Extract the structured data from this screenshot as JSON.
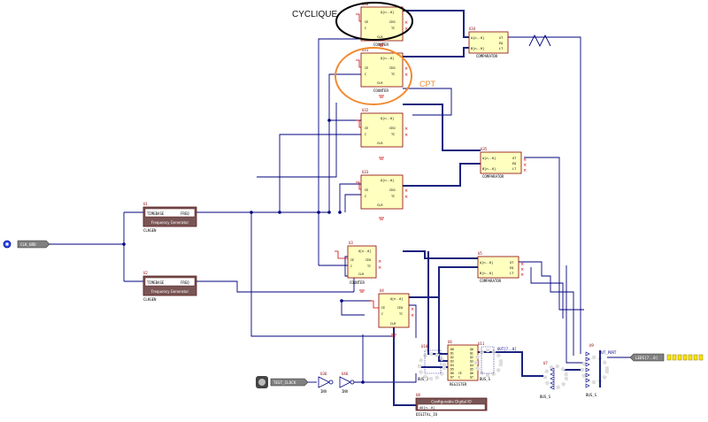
{
  "annotations": {
    "cyclique": "CYCLIQUE",
    "cpt": "CPT"
  },
  "colors": {
    "wire": "#00007f",
    "bus": "#1a237e",
    "component_fill": "#ffffc0",
    "component_border": "#8b0000",
    "generator_fill": "#7a5555",
    "cyclique_ellipse": "#000000",
    "cpt_ellipse": "#f28a30",
    "cpt_text": "#f28a30",
    "power": "#d00000"
  },
  "counters": [
    {
      "ref": "U30",
      "name": "COUNTER",
      "pins": [
        "Q[n..0]",
        "CE",
        "C",
        "CEO",
        "TC",
        "CLR"
      ]
    },
    {
      "ref": "U31",
      "name": "COUNTER",
      "pins": [
        "Q[n..0]",
        "CE",
        "C",
        "CEO",
        "TC",
        "CLR"
      ]
    },
    {
      "ref": "U32",
      "name": "COUNTER",
      "pins": [
        "Q[n..0]",
        "CE",
        "C",
        "CEO",
        "TC",
        "CLR"
      ]
    },
    {
      "ref": "U33",
      "name": "COUNTER",
      "pins": [
        "Q[n..0]",
        "CE",
        "C",
        "CEO",
        "TC",
        "CLR"
      ]
    },
    {
      "ref": "U3",
      "name": "COUNTER",
      "pins": [
        "Q[n..0]",
        "CE",
        "C",
        "CEO",
        "TC",
        "CLR"
      ]
    },
    {
      "ref": "U4",
      "name": "COUNTER",
      "pins": [
        "Q[n..0]",
        "CE",
        "C",
        "CEO",
        "TC",
        "CLR"
      ]
    }
  ],
  "comparators": [
    {
      "ref": "U34",
      "name": "COMPARATOR",
      "pins": [
        "A[n..0]",
        "B[n..0]",
        "GT",
        "EQ",
        "LT"
      ]
    },
    {
      "ref": "U35",
      "name": "COMPARATOR",
      "pins": [
        "A[n..0]",
        "B[n..0]",
        "GT",
        "EQ",
        "LT"
      ]
    },
    {
      "ref": "U5",
      "name": "COMPARATOR",
      "pins": [
        "A[n..0]",
        "B[n..0]",
        "GT",
        "EQ",
        "LT"
      ]
    }
  ],
  "generators": [
    {
      "ref": "U1",
      "title": "Frequency Generator",
      "pin_left": "TIMEBASE",
      "pin_right": "FREQ",
      "name": "CLKGEN"
    },
    {
      "ref": "U2",
      "title": "Frequency Generator",
      "pin_left": "TIMEBASE",
      "pin_right": "FREQ",
      "name": "CLKGEN"
    }
  ],
  "register": {
    "ref": "U6",
    "name": "REGISTER",
    "pins_in": [
      "D0",
      "D1",
      "D2",
      "D3",
      "D4",
      "D5",
      "D6",
      "D7"
    ],
    "pins_out": [
      "Q0",
      "Q1",
      "Q2",
      "Q3",
      "Q4",
      "Q5",
      "Q6",
      "Q7"
    ],
    "pin_ce": "CE",
    "pin_c": "C"
  },
  "digital_io": {
    "ref": "U8",
    "title": "Configurable Digital IO",
    "pin": "AO[n..0]",
    "name": "DIGITAL_IO"
  },
  "bus_joiners": [
    {
      "ref": "U10",
      "name": "BUS_J"
    },
    {
      "ref": "U11",
      "name": "BUS_S"
    },
    {
      "ref": "U7",
      "name": "BUS_S"
    },
    {
      "ref": "U9",
      "name": "BUS_S"
    }
  ],
  "inverters": [
    {
      "ref": "U36",
      "name": "INV"
    },
    {
      "ref": "U46",
      "name": "INV"
    }
  ],
  "ports": {
    "clk": "CLK_BRD",
    "test": "TEST_CLOCK",
    "out_port": "LEDS[7..0]",
    "out_net": "OUT_PORT",
    "bus_label": "OUT[7..0]"
  }
}
